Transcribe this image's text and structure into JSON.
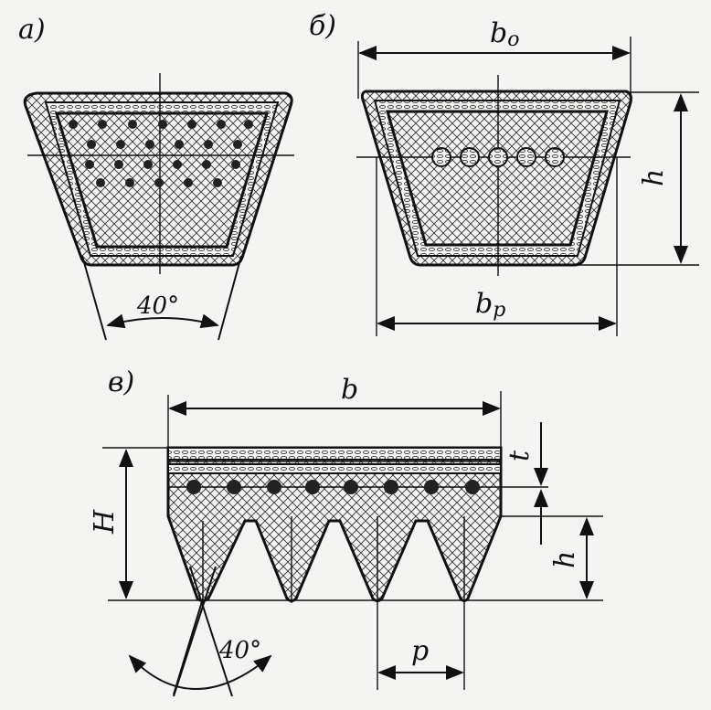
{
  "labels": {
    "view_a": "а)",
    "view_b": "б)",
    "view_v": "в)",
    "angle_a": "40°",
    "angle_v": "40°",
    "dim_b0": "b",
    "dim_b0_sub": "o",
    "dim_bp": "b",
    "dim_bp_sub": "p",
    "dim_h_b": "h",
    "dim_b": "b",
    "dim_t": "t",
    "dim_H": "H",
    "dim_h_v": "h",
    "dim_p": "p"
  },
  "colors": {
    "ink": "#111111",
    "paper": "#f4f4f2"
  }
}
